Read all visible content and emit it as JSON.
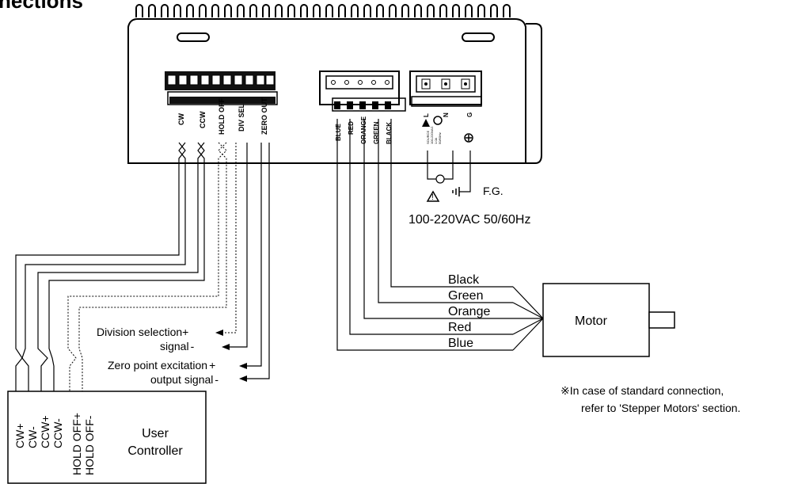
{
  "title": "nections",
  "driver": {
    "input_terminals": [
      "CW",
      "CCW",
      "HOLD OFF",
      "DIV SEL",
      "ZERO OUT"
    ],
    "motor_terminals": [
      "BLUE",
      "RED",
      "ORANGE",
      "GREEN",
      "BLACK"
    ],
    "power_terminals": [
      "L",
      "N",
      "G"
    ],
    "power_ratings": [
      "SOURCE",
      "100-220VAC",
      "1.0A",
      "50/60Hz"
    ]
  },
  "power": {
    "fg_label": "F.G.",
    "supply_label": "100-220VAC 50/60Hz"
  },
  "motor": {
    "label": "Motor",
    "wire_labels": [
      "Black",
      "Green",
      "Orange",
      "Red",
      "Blue"
    ]
  },
  "signals": {
    "division_line1": "Division selection",
    "division_line1_sign": "+",
    "division_line2": "signal",
    "division_line2_sign": "-",
    "zero_line1": "Zero point excitation",
    "zero_line1_sign": "+",
    "zero_line2": "output signal",
    "zero_line2_sign": "-"
  },
  "controller": {
    "terminals": [
      "CW+",
      "CW-",
      "CCW+",
      "CCW-",
      "HOLD OFF+",
      "HOLD OFF-"
    ],
    "label_line1": "User",
    "label_line2": "Controller"
  },
  "note": {
    "line1": "※In case of standard connection,",
    "line2": "refer to 'Stepper Motors' section."
  }
}
